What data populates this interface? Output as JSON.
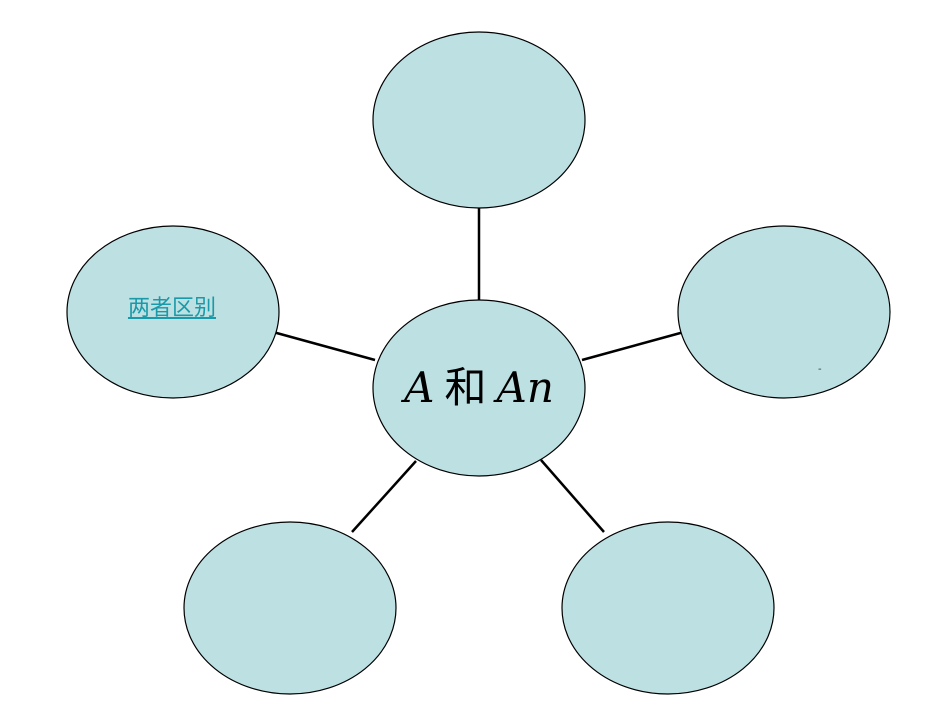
{
  "diagram": {
    "center": {
      "left_script": "A",
      "conjunction": "和",
      "right_script": "An"
    },
    "nodes": [
      {
        "id": "top",
        "label": ""
      },
      {
        "id": "right",
        "label": "",
        "mark": "-"
      },
      {
        "id": "bottom-right",
        "label": ""
      },
      {
        "id": "bottom-left",
        "label": ""
      },
      {
        "id": "left",
        "label": "两者区别",
        "is_link": true
      }
    ],
    "colors": {
      "node_fill": "#bde0e3",
      "node_stroke": "#000000",
      "connector": "#000000",
      "link_text": "#1a9aa8"
    }
  }
}
